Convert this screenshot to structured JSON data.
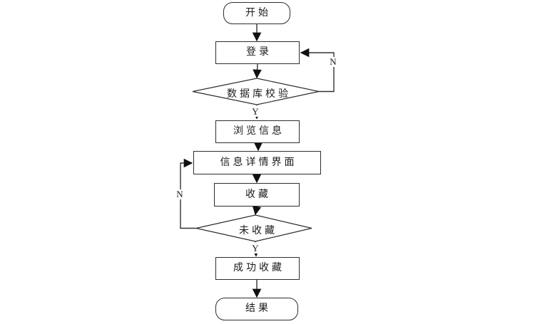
{
  "diagram": {
    "type": "flowchart",
    "background_color": "#ffffff",
    "line_color": "#333333",
    "arrowhead_color": "#111111",
    "text_color": "#1a1a1a",
    "nodes": {
      "start": {
        "label": "开始",
        "shape": "terminator"
      },
      "login": {
        "label": "登录",
        "shape": "process"
      },
      "db_check": {
        "label": "数据库校验",
        "shape": "decision"
      },
      "browse": {
        "label": "浏览信息",
        "shape": "process"
      },
      "detail": {
        "label": "信息详情界面",
        "shape": "process"
      },
      "collect": {
        "label": "收藏",
        "shape": "process"
      },
      "not_collected": {
        "label": "未收藏",
        "shape": "decision"
      },
      "collect_success": {
        "label": "成功收藏",
        "shape": "process"
      },
      "result": {
        "label": "结果",
        "shape": "terminator"
      }
    },
    "edges": [
      {
        "from": "start",
        "to": "login",
        "label": ""
      },
      {
        "from": "login",
        "to": "db_check",
        "label": ""
      },
      {
        "from": "db_check",
        "to": "browse",
        "label": "Y"
      },
      {
        "from": "db_check",
        "to": "login",
        "label": "N"
      },
      {
        "from": "browse",
        "to": "detail",
        "label": ""
      },
      {
        "from": "detail",
        "to": "collect",
        "label": ""
      },
      {
        "from": "collect",
        "to": "not_collected",
        "label": ""
      },
      {
        "from": "not_collected",
        "to": "collect_success",
        "label": "Y"
      },
      {
        "from": "not_collected",
        "to": "detail",
        "label": "N"
      },
      {
        "from": "collect_success",
        "to": "result",
        "label": ""
      }
    ],
    "branch_labels": {
      "db_check_no": "N",
      "db_check_yes": "Y",
      "not_collected_no": "N",
      "not_collected_yes": "Y"
    }
  }
}
